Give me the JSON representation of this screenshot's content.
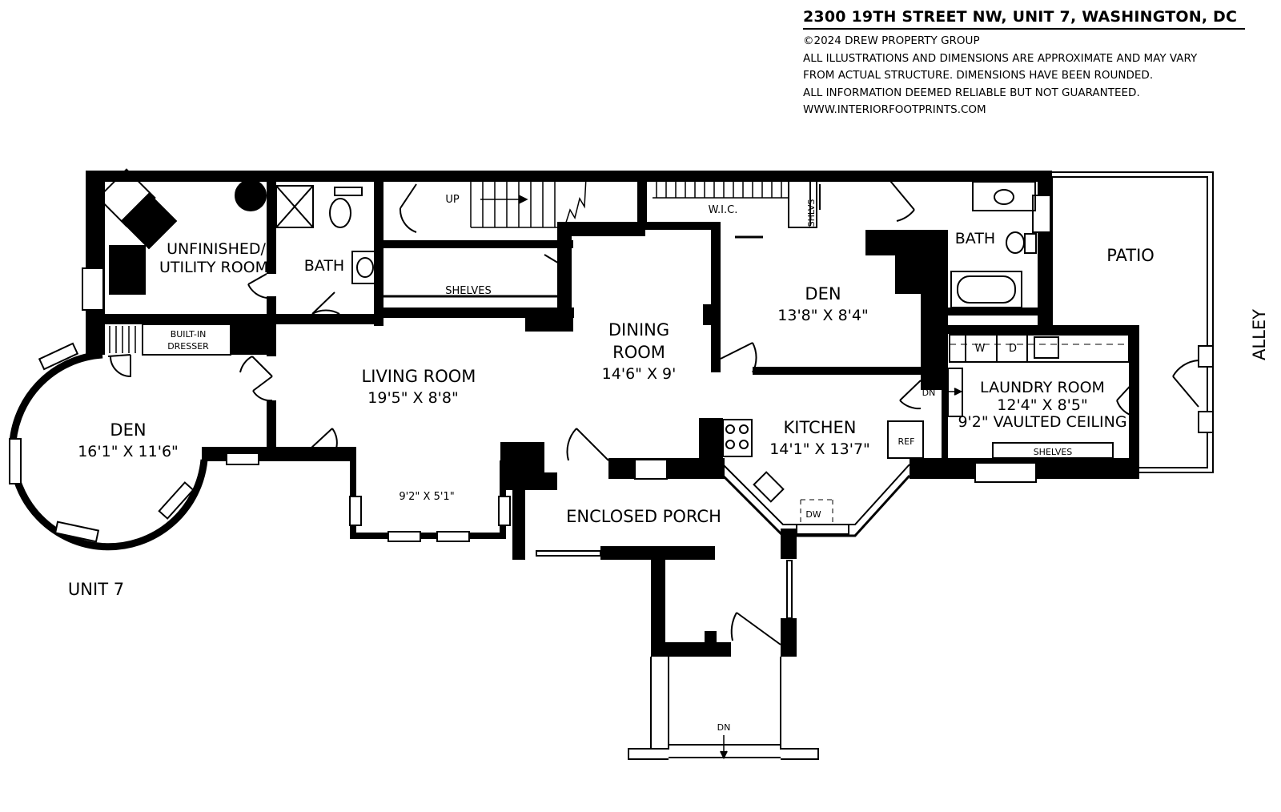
{
  "header": {
    "address": "2300 19TH STREET NW, UNIT 7, WASHINGTON, DC",
    "copyright": "©2024 DREW PROPERTY GROUP",
    "disclaimer_1": "ALL ILLUSTRATIONS AND DIMENSIONS ARE APPROXIMATE AND MAY VARY",
    "disclaimer_2": "FROM ACTUAL STRUCTURE. DIMENSIONS HAVE BEEN ROUNDED.",
    "disclaimer_3": "ALL INFORMATION DEEMED RELIABLE BUT NOT GUARANTEED.",
    "website": "WWW.INTERIORFOOTPRINTS.COM"
  },
  "unit_label": "UNIT 7",
  "rooms": {
    "utility_1": "UNFINISHED/",
    "utility_2": "UTILITY ROOM",
    "bath_left": "BATH",
    "shelves_hall": "SHELVES",
    "up": "UP",
    "wic": "W.I.C.",
    "shlvs": "SHLVS",
    "bath_right": "BATH",
    "patio": "PATIO",
    "alley": "ALLEY",
    "den_right": {
      "name": "DEN",
      "dims": "13'8\" X 8'4\""
    },
    "dining": {
      "name_1": "DINING",
      "name_2": "ROOM",
      "dims": "14'6\" X 9'"
    },
    "living": {
      "name": "LIVING ROOM",
      "dims": "19'5\" X 8'8\""
    },
    "builtin_1": "BUILT-IN",
    "builtin_2": "DRESSER",
    "den_left": {
      "name": "DEN",
      "dims": "16'1\" X 11'6\""
    },
    "bay": "9'2\" X 5'1\"",
    "kitchen": {
      "name": "KITCHEN",
      "dims": "14'1\" X 13'7\""
    },
    "ref": "REF",
    "dw": "DW",
    "dn_kitchen": "DN",
    "laundry": {
      "name": "LAUNDRY ROOM",
      "dims": "12'4\" X 8'5\"",
      "note": "9'2\" VAULTED CEILING"
    },
    "w": "W",
    "d": "D",
    "shelves_laundry": "SHELVES",
    "porch": "ENCLOSED PORCH",
    "dn_porch": "DN"
  }
}
